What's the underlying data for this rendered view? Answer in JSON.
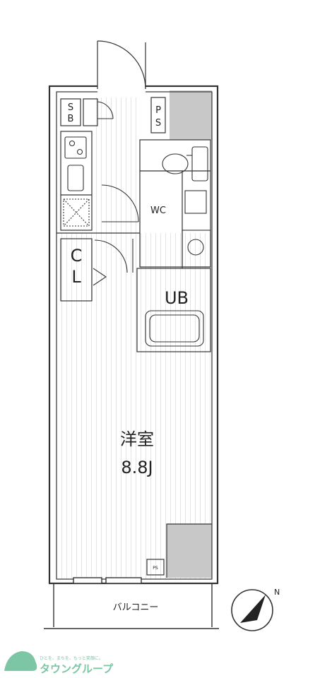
{
  "rooms": {
    "main_room": "洋室",
    "main_room_size": "8.8J",
    "wc": "WC",
    "ub": "UB",
    "closet_top": "C",
    "closet_bottom": "L",
    "sb_top": "S",
    "sb_bottom": "B",
    "ps_top_1": "P",
    "ps_top_2": "S",
    "ps_small": "PS",
    "balcony": "バルコニー"
  },
  "compass": {
    "north_label": "N"
  },
  "logo": {
    "tagline": "ひとを、まちを、もっと笑顔に。",
    "company": "タウングループ"
  },
  "colors": {
    "wall": "#333333",
    "floor_line": "#e4e4e4",
    "shaded_area": "#c8c8c8",
    "logo_green": "#7cc5a5"
  }
}
